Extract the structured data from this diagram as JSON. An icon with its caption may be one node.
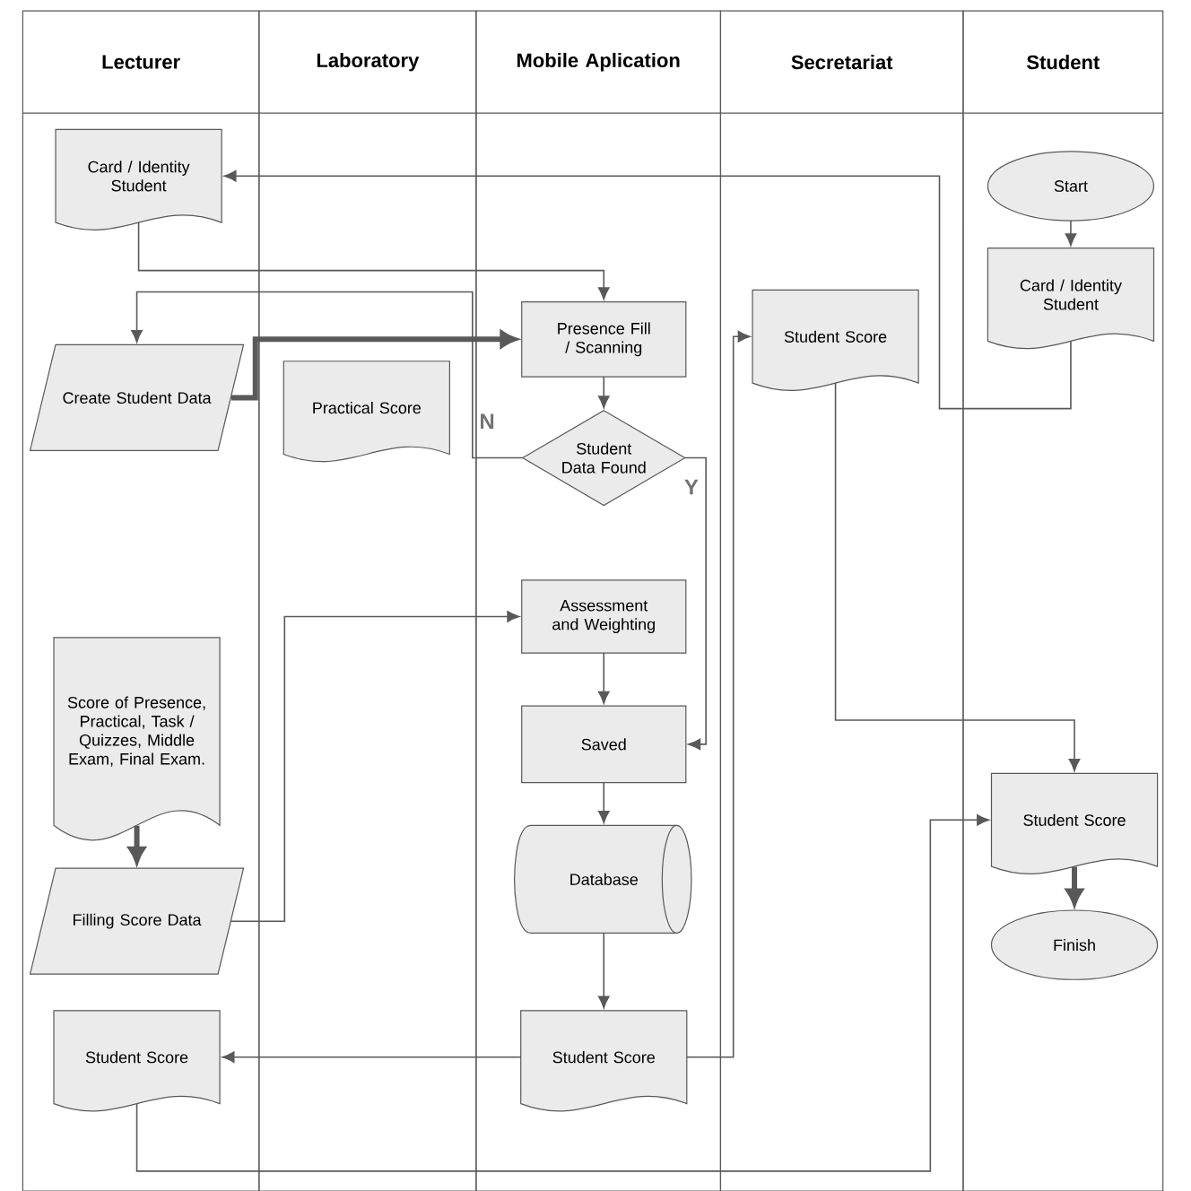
{
  "diagram": {
    "nodes": [
      {
        "text": [
          "Lecturer"
        ]
      },
      {
        "text": [
          "Laboratory"
        ]
      },
      {
        "text": [
          "Mobile Aplication"
        ]
      },
      {
        "text": [
          "Secretariat"
        ]
      },
      {
        "text": [
          "Student"
        ]
      },
      {
        "text": [
          "Card / Identity Student"
        ],
        "in": 0
      },
      {
        "text": [
          "Start"
        ],
        "in": 4
      },
      {
        "text": [
          "Card / Identity Student"
        ],
        "in": 4
      },
      {
        "text": [
          "Presence Fill / Scanning"
        ],
        "in": 2
      },
      {
        "text": [
          "Create Student Data"
        ],
        "in": 0
      },
      {
        "text": [
          "Student Score"
        ],
        "in": 3
      },
      {
        "text": [
          "Practical Score"
        ],
        "in": 1
      },
      {
        "text": [
          "Student Data Found"
        ],
        "in": 2
      },
      {
        "text": [
          "Assessment and Weighting"
        ],
        "in": 2
      },
      {
        "text": [
          "Score of Presence, Practical, Task / Quizzes, Middle Exam, Final Exam."
        ],
        "in": 0
      },
      {
        "text": [
          "Saved"
        ],
        "in": 2
      },
      {
        "text": [
          "Database"
        ],
        "in": 2
      },
      {
        "text": [
          "Student Score"
        ],
        "in": 4
      },
      {
        "text": [
          "Filling Score Data"
        ],
        "in": 0
      },
      {
        "text": [
          "Finish"
        ],
        "in": 4
      },
      {
        "text": [
          "Student Score"
        ],
        "in": 0
      },
      {
        "text": [
          "Student Score"
        ],
        "in": 2
      }
    ],
    "edges": [
      {
        "from": 6,
        "to": 7,
        "arrow": "to"
      },
      {
        "from": 7,
        "to": 5,
        "arrow": "to"
      },
      {
        "from": 5,
        "to": 8,
        "arrow": "to"
      },
      {
        "from": 9,
        "to": 8,
        "arrow": "to",
        "style": "thick"
      },
      {
        "from": 8,
        "to": 12,
        "arrow": "to"
      },
      {
        "from": 12,
        "to": 9,
        "arrow": "to",
        "label": "N"
      },
      {
        "from": 12,
        "to": 15,
        "arrow": "to",
        "label": "Y"
      },
      {
        "from": 18,
        "to": 13,
        "arrow": "to"
      },
      {
        "from": 14,
        "to": 18,
        "arrow": "to",
        "style": "thick"
      },
      {
        "from": 13,
        "to": 15,
        "arrow": "to"
      },
      {
        "from": 15,
        "to": 16,
        "arrow": "to"
      },
      {
        "from": 16,
        "to": 21,
        "arrow": "to"
      },
      {
        "from": 21,
        "to": 20,
        "arrow": "to"
      },
      {
        "from": 21,
        "to": 10,
        "arrow": "to"
      },
      {
        "from": 10,
        "to": 17,
        "arrow": "to"
      },
      {
        "from": 20,
        "to": 17,
        "arrow": "to"
      },
      {
        "from": 17,
        "to": 19,
        "arrow": "to",
        "style": "thick"
      }
    ]
  }
}
